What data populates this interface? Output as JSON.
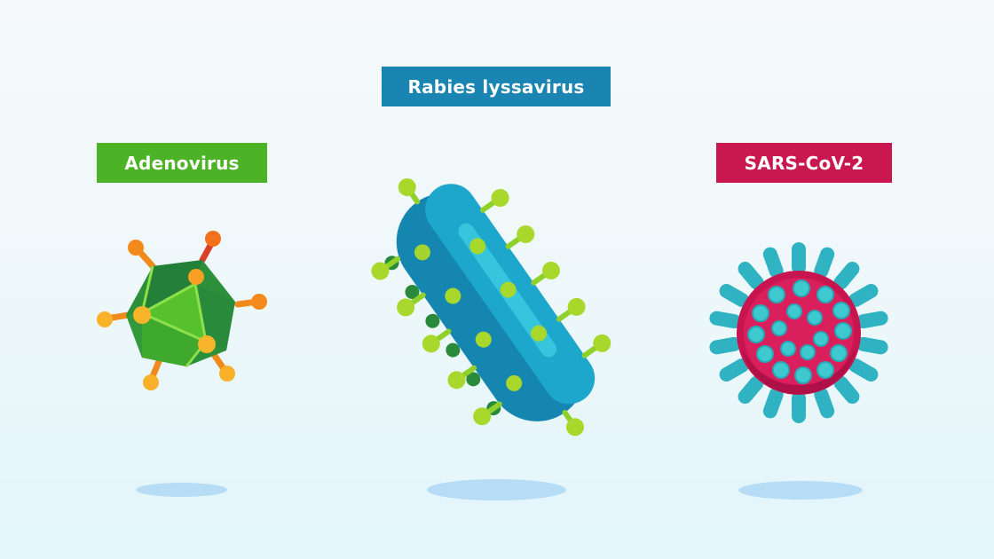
{
  "viruses": [
    {
      "name": "Adenovirus",
      "label_color": "#4db326",
      "shape": "icosahedral capsid with fibers"
    },
    {
      "name": "Rabies lyssavirus",
      "label_color": "#1a85b3",
      "shape": "bullet-shaped rod with spikes"
    },
    {
      "name": "SARS-CoV-2",
      "label_color": "#c8184f",
      "shape": "spherical with spike proteins"
    }
  ],
  "colors": {
    "background_top": "#f6fafb",
    "background_bottom": "#e2f6fb",
    "shadow": "#b6dcf6",
    "adenovirus_body": "#2e9c3c",
    "adenovirus_fiber": "#f5a623",
    "rabies_body": "#1a9bc0",
    "rabies_spike": "#9fd42a",
    "sars_body": "#d0185a",
    "sars_spike": "#3cc0c9"
  }
}
